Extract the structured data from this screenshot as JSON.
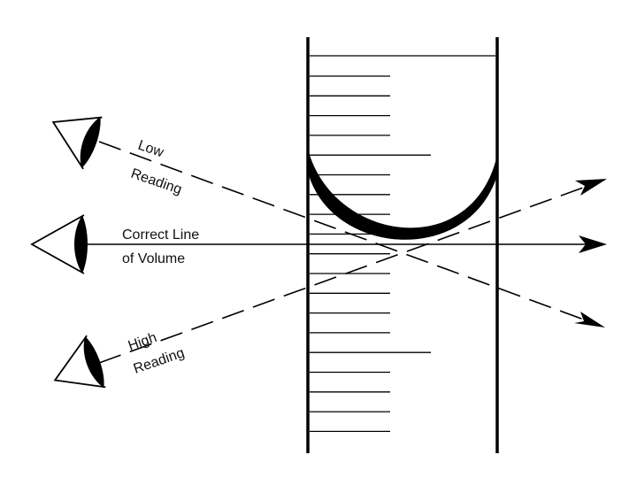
{
  "labels": {
    "low_line1": "Low",
    "low_line2": "Reading",
    "correct_line1": "Correct Line",
    "correct_line2": "of Volume",
    "high_line1": "High",
    "high_line2": "Reading"
  },
  "colors": {
    "ink": "#000000",
    "background": "#ffffff"
  },
  "icons": [
    "eye-icon",
    "arrow-head-icon"
  ]
}
